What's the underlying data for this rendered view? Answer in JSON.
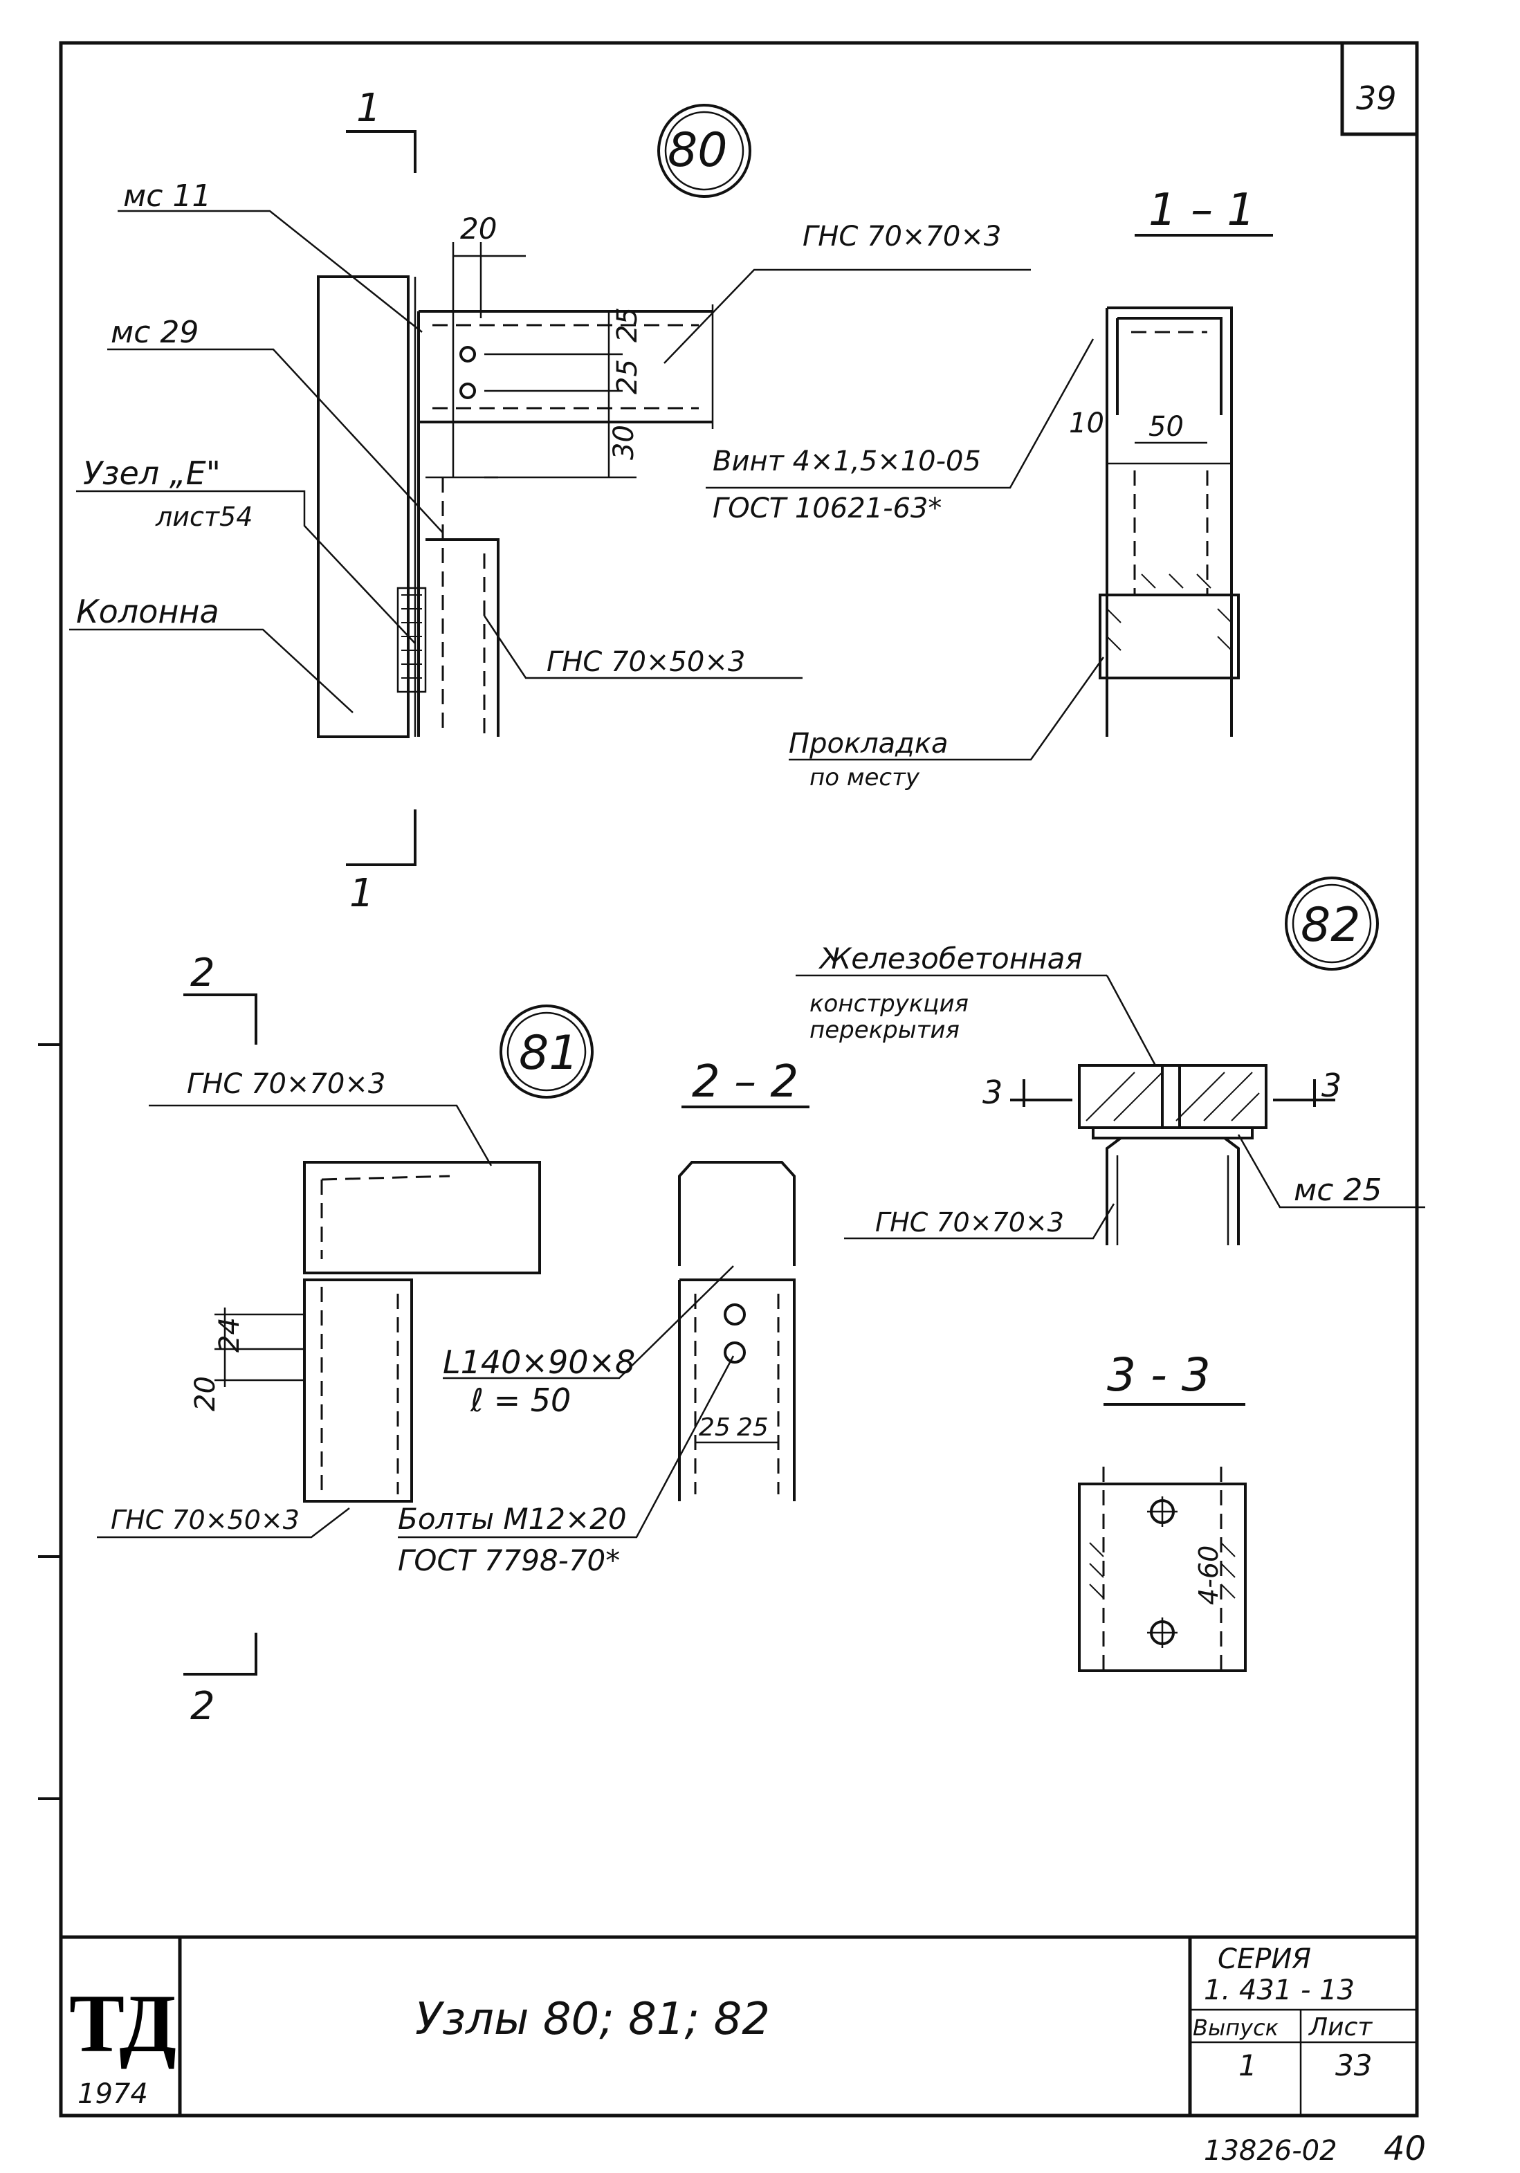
{
  "sheet": {
    "page_number": "39",
    "bottom_code": "13826-02",
    "bottom_num": "40"
  },
  "title_block": {
    "logo": "ТД",
    "year": "1974",
    "title": "Узлы   80; 81; 82",
    "series_label": "СЕРИЯ",
    "series_value": "1. 431 - 13",
    "issue_label": "Выпуск",
    "issue_value": "1",
    "sheet_label": "Лист",
    "sheet_value": "33"
  },
  "node80": {
    "number": "80",
    "section_mark": "1",
    "label_mc11": "мс 11",
    "label_mc29": "мс 29",
    "label_uzel": "Узел „Е\"",
    "label_list": "лист54",
    "label_column": "Колонна",
    "label_ghs_top": "ГНС  70×70×3",
    "label_ghs_bottom": "ГНС  70×50×3",
    "dim_20": "20",
    "dim_25a": "25",
    "dim_25b": "25",
    "dim_30": "30",
    "vint_line1": "Винт  4×1,5×10-05",
    "vint_line2": "ГОСТ  10621-63*"
  },
  "section11": {
    "title": "1 – 1",
    "dim_10": "10",
    "dim_50": "50",
    "prokladka_line1": "Прокладка",
    "prokladka_line2": "по месту"
  },
  "node81": {
    "number": "81",
    "section_mark": "2",
    "label_ghs_top": "ГНС  70×70×3",
    "label_ghs_bottom": "ГНС  70×50×3",
    "dim_24": "24",
    "dim_20": "20",
    "angle_line1": "L140×90×8",
    "angle_line2": "ℓ = 50",
    "bolts_line1": "Болты М12×20",
    "bolts_line2": "ГОСТ  7798-70*"
  },
  "section22": {
    "title": "2 – 2",
    "dim_25a": "25",
    "dim_25b": "25"
  },
  "node82": {
    "number": "82",
    "label_line1": "Железобетонная",
    "label_line2": "конструкция",
    "label_line3": "перекрытия",
    "section_mark": "3",
    "label_mc25": "мс 25",
    "label_ghs": "ГНС  70×70×3"
  },
  "section33": {
    "title": "3 - 3",
    "dim_4_60": "4-60"
  }
}
